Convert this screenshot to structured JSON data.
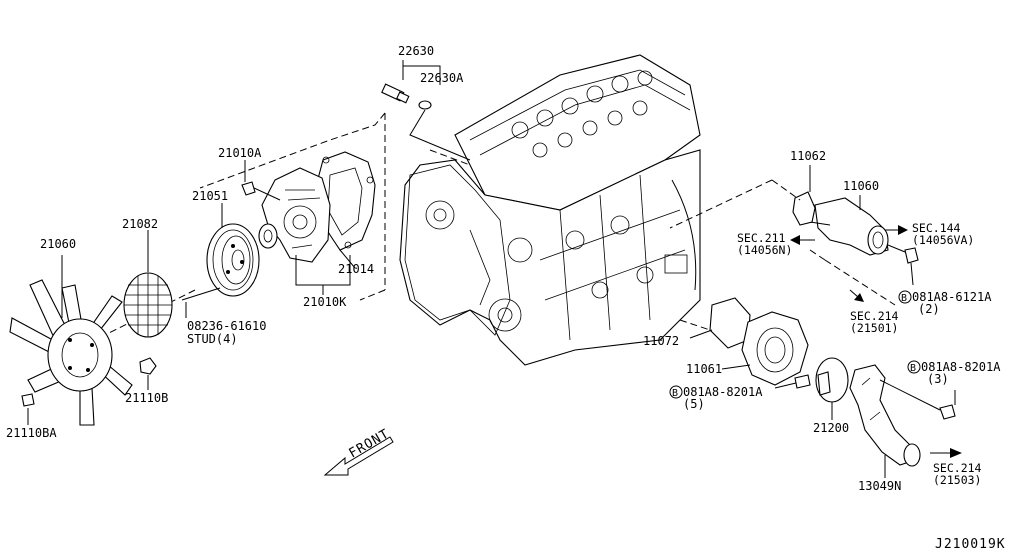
{
  "figure_code": "J210019K",
  "direction_label": "FRONT",
  "part_labels": {
    "p22630": "22630",
    "p22630A": "22630A",
    "p21010A": "21010A",
    "p21051": "21051",
    "p21082": "21082",
    "p21060": "21060",
    "p21014": "21014",
    "p21010K": "21010K",
    "p08236": "08236-61610",
    "stud": "STUD(4)",
    "p21110B": "21110B",
    "p21110BA": "21110BA",
    "p11062": "11062",
    "p11060": "11060",
    "p11072": "11072",
    "p11061": "11061",
    "p21200": "21200",
    "p13049N": "13049N",
    "bolt_6121A": "081A8-6121A",
    "qty_6121A": "(2)",
    "bolt_8201A_right": "081A8-8201A",
    "qty_8201A_right": "(3)",
    "bolt_8201A_left": "081A8-8201A",
    "qty_8201A_left": "(5)",
    "bolt_marker": "B"
  },
  "section_refs": {
    "sec144": "SEC.144",
    "sec144_sub": "(14056VA)",
    "sec211": "SEC.211",
    "sec211_sub": "(14056N)",
    "sec214a": "SEC.214",
    "sec214a_sub": "(21501)",
    "sec214b": "SEC.214",
    "sec214b_sub": "(21503)"
  }
}
